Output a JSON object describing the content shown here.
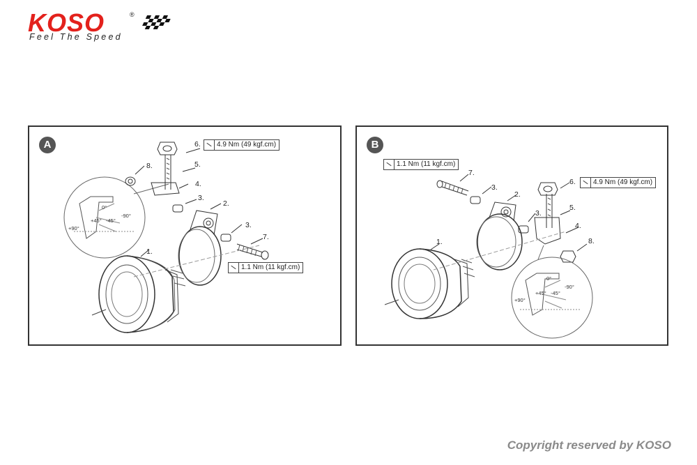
{
  "logo": {
    "wordmark": "KOSO",
    "registered": "®",
    "tagline": "Feel The Speed",
    "brand_color": "#e3211c"
  },
  "panel_a": {
    "badge": "A",
    "part_labels": [
      "1.",
      "2.",
      "3.",
      "3.",
      "4.",
      "5.",
      "6.",
      "7.",
      "8."
    ],
    "torque_specs": [
      "4.9 Nm (49 kgf.cm)",
      "1.1 Nm (11 kgf.cm)"
    ],
    "angle_labels": [
      "0°",
      "-90°",
      "+90°",
      "-45°",
      "+45°"
    ]
  },
  "panel_b": {
    "badge": "B",
    "part_labels": [
      "1.",
      "2.",
      "3.",
      "3.",
      "4.",
      "5.",
      "6.",
      "7.",
      "8."
    ],
    "torque_specs": [
      "1.1 Nm (11 kgf.cm)",
      "4.9 Nm (49 kgf.cm)"
    ],
    "angle_labels": [
      "0°",
      "-90°",
      "+90°",
      "-45°",
      "+45°"
    ]
  },
  "copyright": "Copyright reserved by KOSO"
}
